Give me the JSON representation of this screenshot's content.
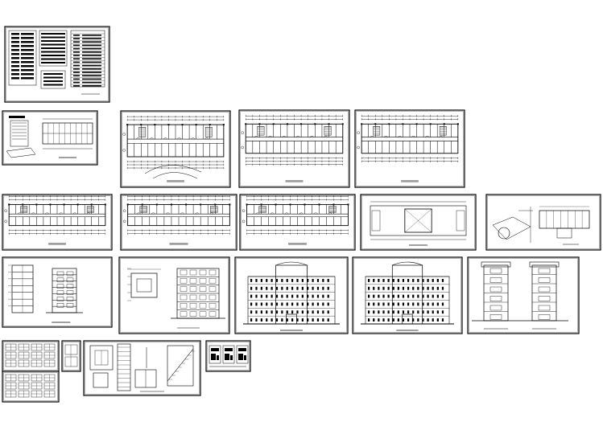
{
  "app": {
    "title": "",
    "background_color": "#ffffff",
    "line_color": "#000000"
  },
  "sheets": [
    {
      "name": "sheet-design-notes",
      "kind": "notes"
    },
    {
      "name": "sheet-site-plan",
      "kind": "site"
    },
    {
      "name": "sheet-plan-ground-floor",
      "kind": "plan"
    },
    {
      "name": "sheet-plan-2",
      "kind": "plan"
    },
    {
      "name": "sheet-plan-3",
      "kind": "plan"
    },
    {
      "name": "sheet-plan-4",
      "kind": "plan"
    },
    {
      "name": "sheet-plan-5",
      "kind": "plan"
    },
    {
      "name": "sheet-plan-6",
      "kind": "plan"
    },
    {
      "name": "sheet-roof-plan-a",
      "kind": "roof"
    },
    {
      "name": "sheet-roof-plan-b",
      "kind": "roof-detail"
    },
    {
      "name": "sheet-section-a",
      "kind": "section"
    },
    {
      "name": "sheet-section-b",
      "kind": "section"
    },
    {
      "name": "sheet-elevation-front",
      "kind": "elevation"
    },
    {
      "name": "sheet-elevation-rear",
      "kind": "elevation"
    },
    {
      "name": "sheet-elevation-sides",
      "kind": "side-elevation"
    },
    {
      "name": "sheet-window-schedule-a",
      "kind": "schedule"
    },
    {
      "name": "sheet-window-schedule-b",
      "kind": "schedule"
    },
    {
      "name": "sheet-detail-small",
      "kind": "schedule-small"
    },
    {
      "name": "sheet-stair-details",
      "kind": "details"
    },
    {
      "name": "sheet-node-details",
      "kind": "nodes"
    }
  ]
}
